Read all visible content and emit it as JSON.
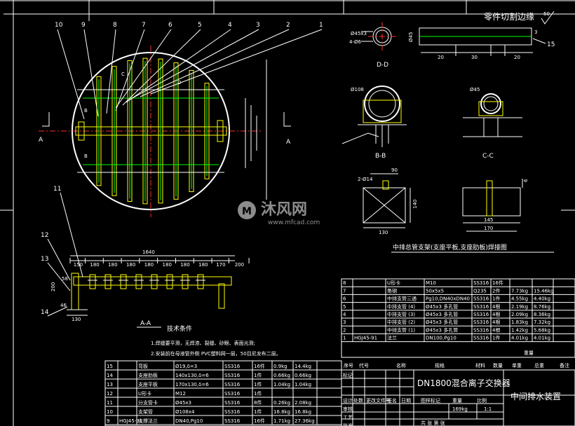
{
  "header": {
    "edge_note": "零件切割边缘",
    "roughness": "50",
    "part_15": "15"
  },
  "main_view": {
    "leaders": [
      "10",
      "9",
      "8",
      "7",
      "6",
      "5",
      "4",
      "3",
      "2",
      "1"
    ],
    "section_marks": {
      "a": "A",
      "b": "B",
      "c": "C",
      "d": "D"
    }
  },
  "detail_views": {
    "dd": {
      "label": "D-D",
      "dia": "Ø45x3",
      "side": "4-Ø6"
    },
    "strip": {
      "thk": "3",
      "d1": "20",
      "d2": "30",
      "d3": "20",
      "w": "Ø45"
    },
    "bb": {
      "label": "B-B",
      "dia": "Ø108"
    },
    "cc": {
      "label": "C-C",
      "dia": "Ø45"
    },
    "plate1": {
      "holes": "2-Ø14",
      "w": "90",
      "h": "140",
      "base": "130"
    },
    "plate2": {
      "h": "6",
      "w1": "145",
      "w2": "170"
    },
    "caption": "中排总管支架(支座平板,支座肋板)焊接图"
  },
  "aa_view": {
    "label": "A-A",
    "leaders": [
      "11",
      "12",
      "13",
      "14"
    ],
    "total": "1640",
    "spans": [
      "150",
      "180",
      "180",
      "180",
      "180",
      "180",
      "180",
      "180",
      "170",
      "200"
    ],
    "h1": "200",
    "h2": "58",
    "base": "130",
    "left_dim": "46"
  },
  "tech": {
    "title": "技术条件",
    "line1": "1.焊缝要平滑，无焊渣、裂缝、砂眼、表面光滑;",
    "line2": "2.安装前在母液管外侧 PVC塑料网一层，50目尼龙布二层。"
  },
  "bom_top": [
    [
      "8",
      "",
      "U形卡",
      "M10",
      "SS316",
      "16件",
      "",
      ""
    ],
    [
      "7",
      "",
      "角钢",
      "50x5x5",
      "Q235",
      "2件",
      "7.73kg",
      "15.46kg"
    ],
    [
      "6",
      "",
      "中排支管三通",
      "Pg10,DN40xDN40",
      "SS316",
      "1件",
      "4.55kg",
      "4.40kg"
    ],
    [
      "5",
      "",
      "中排支管 (4)",
      "Ø45x3 多孔管",
      "SS316",
      "4根",
      "2.19kg",
      "8.76kg"
    ],
    [
      "4",
      "",
      "中排支管 (3)",
      "Ø45x3 多孔管",
      "SS316",
      "4根",
      "2.09kg",
      "8.36kg"
    ],
    [
      "3",
      "",
      "中排支管 (2)",
      "Ø45x3 多孔管",
      "SS316",
      "4根",
      "1.83kg",
      "7.32kg"
    ],
    [
      "2",
      "",
      "中排支管 (1)",
      "Ø45x3 多孔管",
      "SS316",
      "4根",
      "1.42kg",
      "5.68kg"
    ],
    [
      "1",
      "HGJ45-91",
      "法兰",
      "DN100,Pg10",
      "SS316",
      "1件",
      "4.01kg",
      "4.01kg"
    ]
  ],
  "bom_header": [
    "序号",
    "代号",
    "名称",
    "规格",
    "材料",
    "数量",
    "单重",
    "总重",
    "备注"
  ],
  "bom_header_sub": [
    "重量"
  ],
  "bom_left": [
    [
      "15",
      "",
      "弯板",
      "Ø19,δ=3",
      "SS316",
      "16件",
      "0.9kg",
      "14.4kg"
    ],
    [
      "14",
      "",
      "支座肋板",
      "140x130,δ=6",
      "SS316",
      "1件",
      "0.66kg",
      "0.66kg"
    ],
    [
      "13",
      "",
      "支座平板",
      "170x130,δ=6",
      "SS316",
      "1件",
      "1.04kg",
      "1.04kg"
    ],
    [
      "12",
      "",
      "U形卡",
      "M12",
      "SS316",
      "1件",
      "",
      ""
    ],
    [
      "11",
      "",
      "分支管卡",
      "Ø45x3",
      "SS316",
      "8件",
      "0.26kg",
      "2.08kg"
    ],
    [
      "10",
      "",
      "支架管",
      "Ø108x4",
      "SS316",
      "1件",
      "16.8kg",
      "16.8kg"
    ],
    [
      "9",
      "HGJ45-91",
      "支撑法兰",
      "DN40,Pg10",
      "SS316",
      "16件",
      "1.71kg",
      "27.36kg"
    ]
  ],
  "title_block": {
    "equipment": "DN1800混合离子交换器",
    "drawing": "中间排水装置",
    "rows": [
      "标记",
      "设计",
      "审核",
      "工艺",
      "批准"
    ],
    "cols": [
      "处数",
      "更改文件号",
      "签名",
      "日期"
    ],
    "stage": "图样标记",
    "weight_label": "重量",
    "weight": "169kg",
    "scale_label": "比例",
    "scale": "1:1",
    "sheet": "共   张   第   张"
  },
  "watermark": {
    "brand": "沐风网",
    "url": "www.mfcad.com"
  }
}
